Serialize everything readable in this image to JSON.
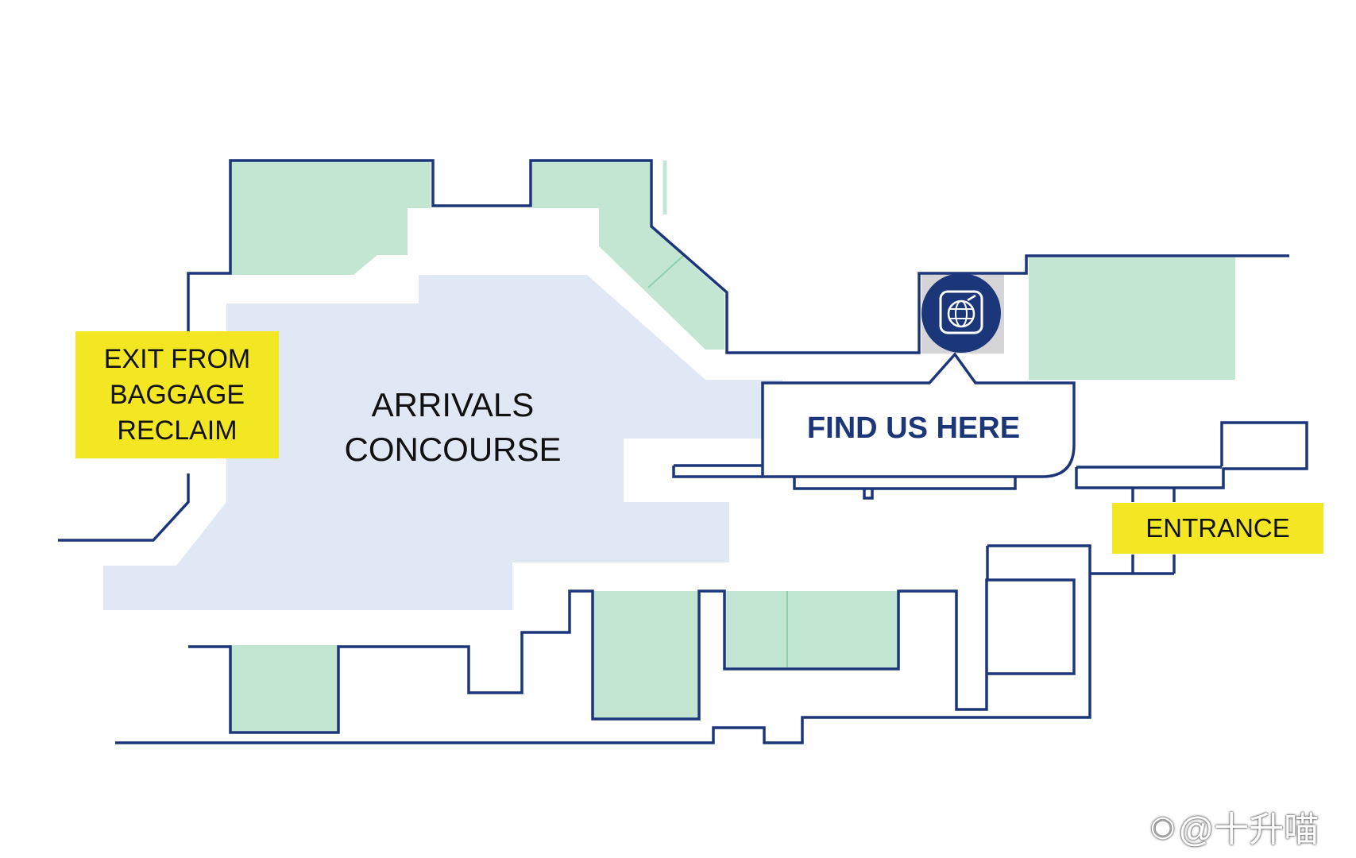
{
  "labels": {
    "exit_line1": "EXIT FROM",
    "exit_line2": "BAGGAGE",
    "exit_line3": "RECLAIM",
    "arrivals_line1": "ARRIVALS",
    "arrivals_line2": "CONCOURSE",
    "find_us": "FIND US HERE",
    "entrance": "ENTRANCE"
  },
  "watermark": {
    "text": "@十升喵"
  },
  "icons": {
    "location_marker": "globe-pin-icon",
    "watermark_logo": "weibo-logo-icon"
  },
  "colors": {
    "wall": "#1b3679",
    "shop_fill": "#c3e6d3",
    "concourse_fill": "#e0e8f6",
    "label_box": "#f3e623",
    "marker_bg": "#1b3679",
    "marker_square": "#d5d5d8"
  }
}
